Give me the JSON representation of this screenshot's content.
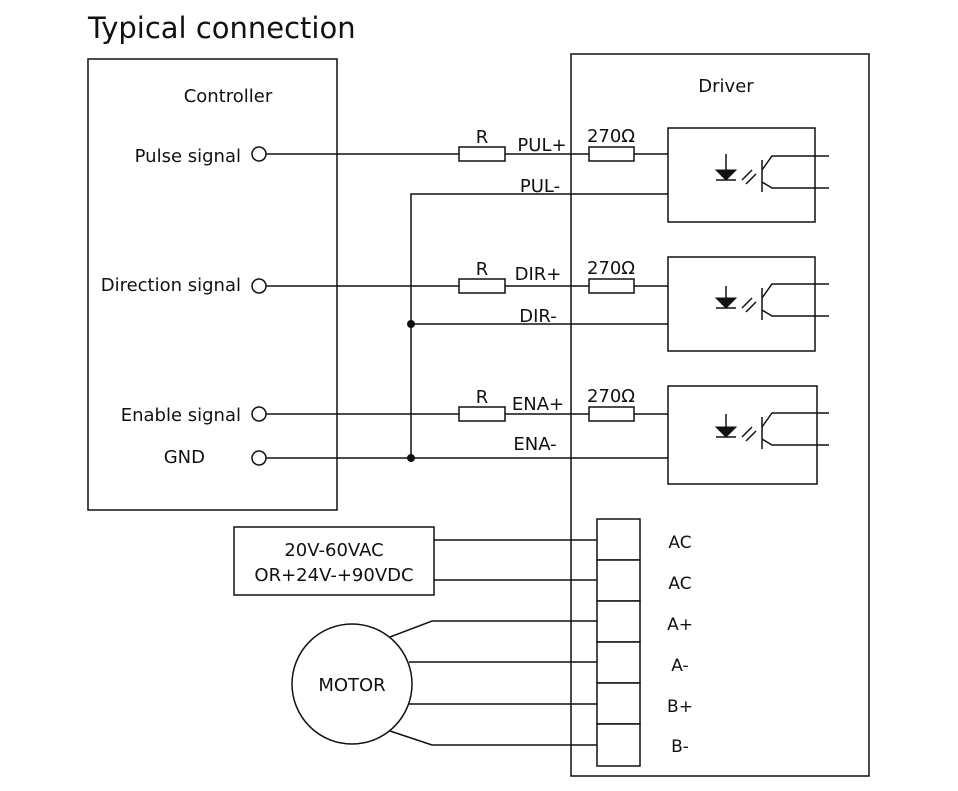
{
  "title": "Typical connection",
  "controller": {
    "heading": "Controller",
    "signals": [
      "Pulse signal",
      "Direction signal",
      "Enable signal",
      "GND"
    ]
  },
  "driver": {
    "heading": "Driver",
    "channels": [
      {
        "resistor": "R",
        "plus": "PUL+",
        "minus": "PUL-",
        "internal_resistor": "270Ω"
      },
      {
        "resistor": "R",
        "plus": "DIR+",
        "minus": "DIR-",
        "internal_resistor": "270Ω"
      },
      {
        "resistor": "R",
        "plus": "ENA+",
        "minus": "ENA-",
        "internal_resistor": "270Ω"
      }
    ],
    "terminals": [
      "AC",
      "AC",
      "A+",
      "A-",
      "B+",
      "B-"
    ]
  },
  "power_supply": {
    "line1": "20V-60VAC",
    "line2": "OR+24V-+90VDC"
  },
  "motor": {
    "label": "MOTOR"
  }
}
